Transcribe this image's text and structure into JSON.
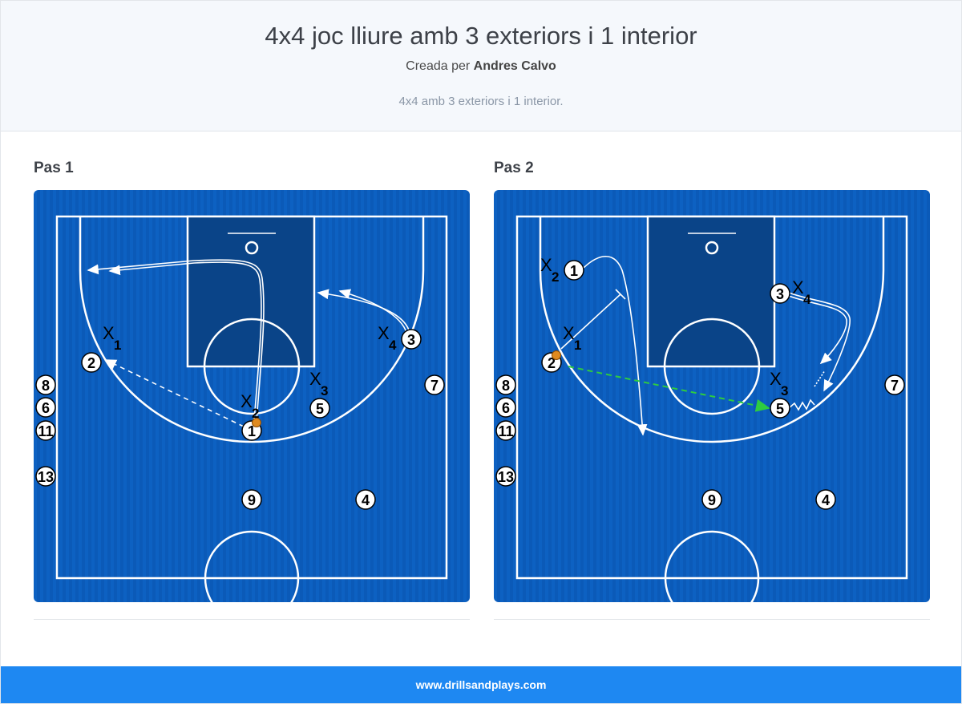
{
  "header": {
    "title": "4x4 joc lliure amb 3 exteriors i 1 interior",
    "created_by_prefix": "Creada per",
    "author": "Andres Calvo",
    "description": "4x4 amb 3 exteriors i 1 interior."
  },
  "steps": [
    {
      "label": "Pas 1"
    },
    {
      "label": "Pas 2"
    }
  ],
  "court": {
    "floor_color": "#0b5ab8",
    "paint_color": "#0a4488",
    "line_color": "#ffffff",
    "pass_color": "#2ecc40",
    "ball_color": "#e08a1e"
  },
  "diagrams": [
    {
      "players": [
        "8",
        "6",
        "11",
        "13",
        "2",
        "1",
        "5",
        "3",
        "7",
        "9",
        "4"
      ],
      "defenders": [
        {
          "x": "X",
          "n": "1"
        },
        {
          "x": "X",
          "n": "2"
        },
        {
          "x": "X",
          "n": "3"
        },
        {
          "x": "X",
          "n": "4"
        }
      ]
    },
    {
      "players": [
        "8",
        "6",
        "11",
        "13",
        "1",
        "2",
        "3",
        "5",
        "7",
        "9",
        "4"
      ],
      "defenders": [
        {
          "x": "X",
          "n": "2"
        },
        {
          "x": "X",
          "n": "1"
        },
        {
          "x": "X",
          "n": "4"
        },
        {
          "x": "X",
          "n": "3"
        }
      ]
    }
  ],
  "footer": {
    "site": "www.drillsandplays.com"
  }
}
